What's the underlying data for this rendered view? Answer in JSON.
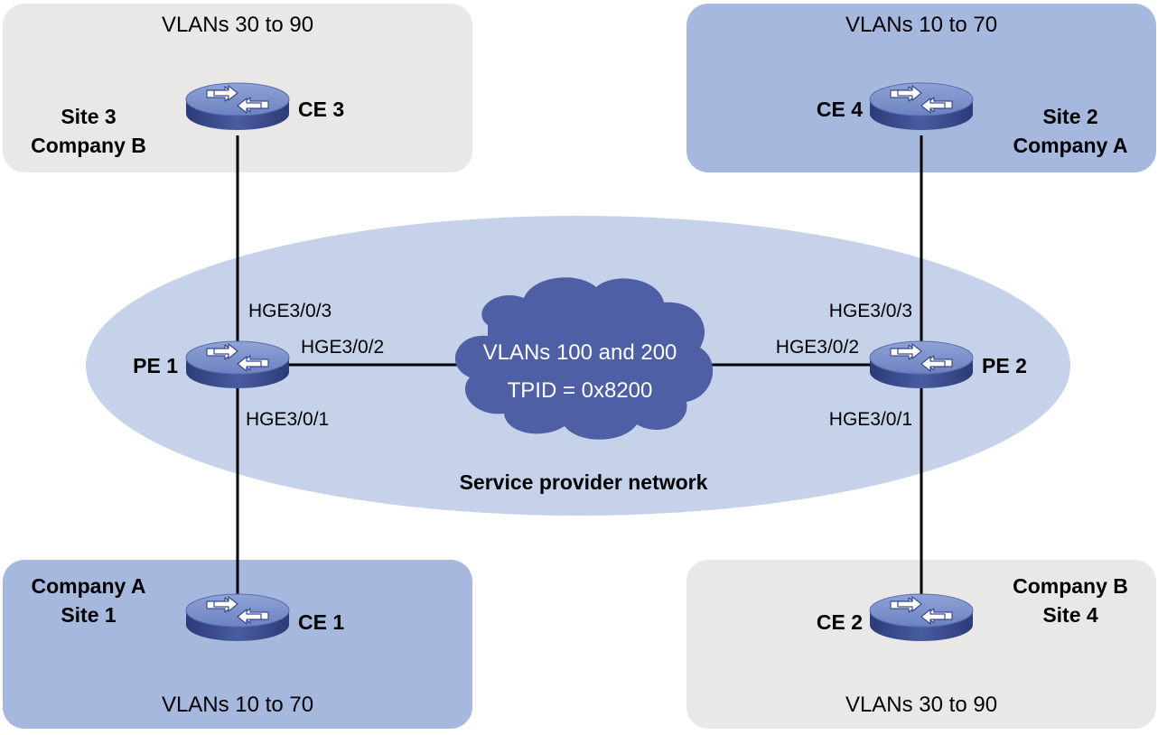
{
  "colors": {
    "site_grey": "#e9e8e6",
    "site_blue": "#a6b8de",
    "provider_ellipse": "#c5d2ea",
    "cloud": "#4f5fa6",
    "link": "#000000"
  },
  "sites": {
    "site3": {
      "vlans": "VLANs 30 to 90",
      "line1": "Site 3",
      "line2": "Company B"
    },
    "site2": {
      "vlans": "VLANs 10 to 70",
      "line1": "Site 2",
      "line2": "Company A"
    },
    "site1": {
      "vlans": "VLANs 10 to 70",
      "line1": "Company A",
      "line2": "Site 1"
    },
    "site4": {
      "vlans": "VLANs 30 to 90",
      "line1": "Company B",
      "line2": "Site 4"
    }
  },
  "devices": {
    "ce1": "CE 1",
    "ce2": "CE 2",
    "ce3": "CE 3",
    "ce4": "CE 4",
    "pe1": "PE 1",
    "pe2": "PE 2"
  },
  "ports": {
    "pe1_hge3": "HGE3/0/3",
    "pe1_hge2": "HGE3/0/2",
    "pe1_hge1": "HGE3/0/1",
    "pe2_hge3": "HGE3/0/3",
    "pe2_hge2": "HGE3/0/2",
    "pe2_hge1": "HGE3/0/1"
  },
  "cloud": {
    "line1": "VLANs 100 and  200",
    "line2": "TPID = 0x8200"
  },
  "provider_network_label": "Service provider network",
  "icons": [
    "switch-icon",
    "cloud-icon"
  ]
}
